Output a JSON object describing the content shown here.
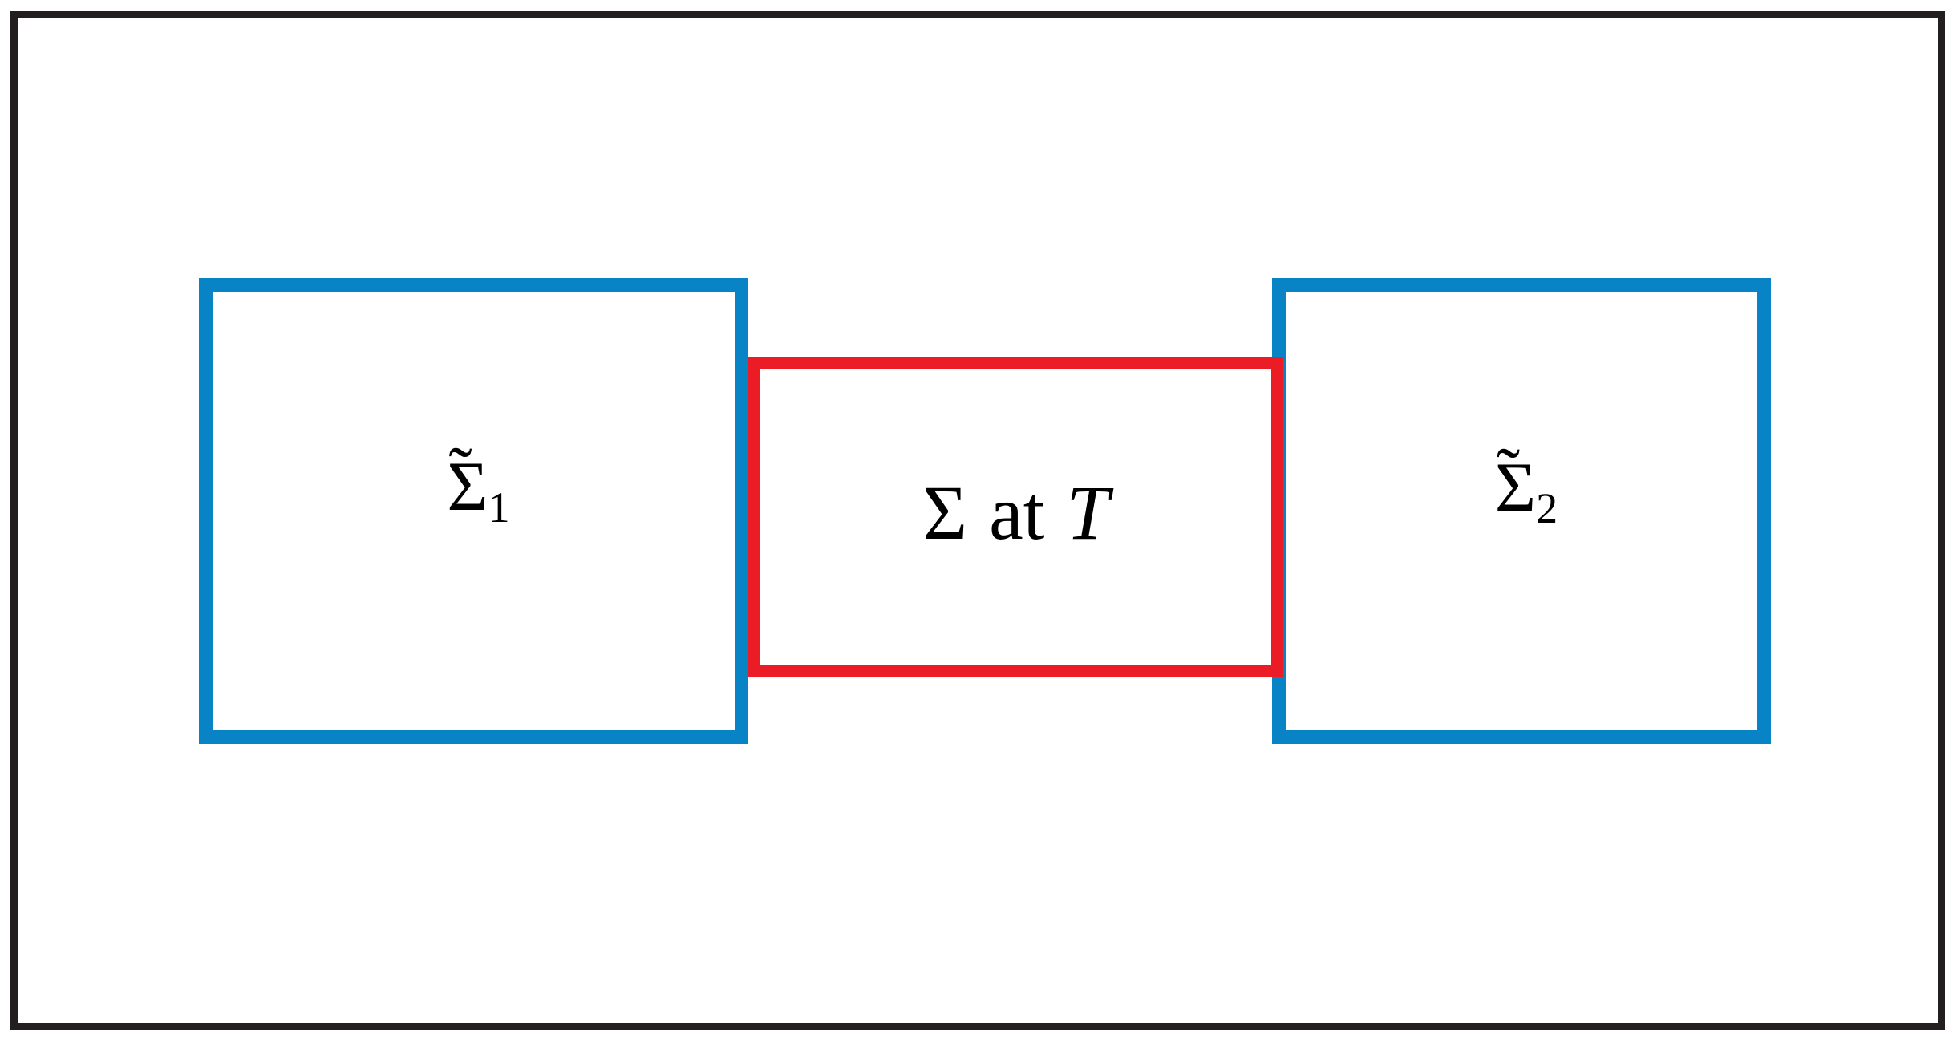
{
  "figure": {
    "background_color": "#ffffff",
    "frame_color": "#231f20",
    "boundary_box_color": "#0884c6",
    "matching_box_color": "#ec1c26",
    "text_color": "#000000",
    "left_box": {
      "tilde": "˜",
      "sigma": "Σ",
      "subscript": "1"
    },
    "middle_box": {
      "sigma": "Σ",
      "word": "at",
      "variable": "T"
    },
    "right_box": {
      "tilde": "˜",
      "sigma": "Σ",
      "subscript": "2"
    }
  }
}
